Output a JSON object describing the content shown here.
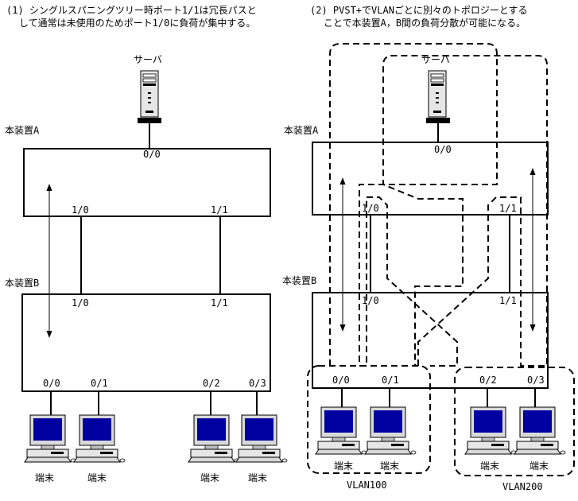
{
  "captions": {
    "left_line1": "(1) シングルスパニングツリー時ポート1/1は冗長パスと",
    "left_line2": "して通常は未使用のためポート1/0に負荷が集中する。",
    "right_line1": "(2) PVST+でVLANごとに別々のトポロジーとする",
    "right_line2": "ことで本装置A，B間の負荷分散が可能になる。"
  },
  "left": {
    "server_label": "サーバ",
    "device_a_label": "本装置A",
    "device_b_label": "本装置B",
    "a_port_top": "0/0",
    "a_port_left": "1/0",
    "a_port_right": "1/1",
    "b_port_left": "1/0",
    "b_port_right": "1/1",
    "b_ports": [
      "0/0",
      "0/1",
      "0/2",
      "0/3"
    ],
    "terminals": [
      "端末",
      "端末",
      "端末",
      "端末"
    ]
  },
  "right": {
    "server_label": "サーバ",
    "device_a_label": "本装置A",
    "device_b_label": "本装置B",
    "a_port_top": "0/0",
    "a_port_left": "1/0",
    "a_port_right": "1/1",
    "b_port_left": "1/0",
    "b_port_right": "1/1",
    "b_ports": [
      "0/0",
      "0/1",
      "0/2",
      "0/3"
    ],
    "terminals": [
      "端末",
      "端末",
      "端末",
      "端末"
    ],
    "vlan_left": "VLAN100",
    "vlan_right": "VLAN200"
  }
}
